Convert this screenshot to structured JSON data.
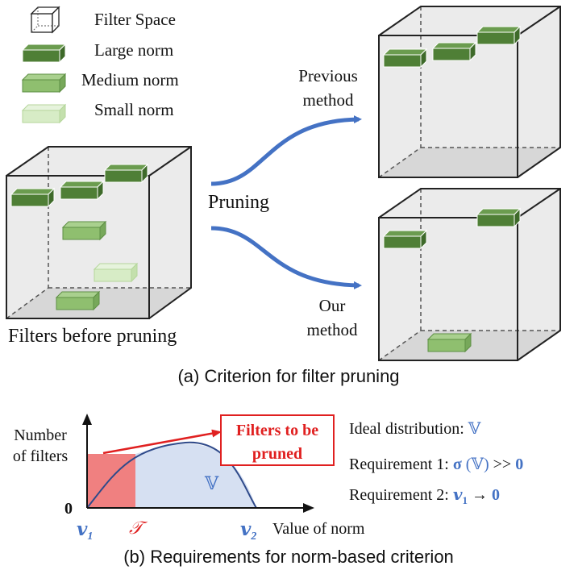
{
  "legend": {
    "filter_space": "Filter Space",
    "large": "Large norm",
    "medium": "Medium norm",
    "small": "Small norm"
  },
  "part_a": {
    "left_caption": "Filters before pruning",
    "pruning": "Pruning",
    "previous_line1": "Previous",
    "previous_line2": "method",
    "our_line1": "Our",
    "our_line2": "method",
    "caption": "(a) Criterion for filter pruning"
  },
  "part_b": {
    "ylabel_line1": "Number",
    "ylabel_line2": "of filters",
    "origin": "0",
    "v1": "𝒗",
    "v1_sub": "1",
    "T": "𝒯",
    "v2": "𝒗",
    "v2_sub": "2",
    "xlabel": "Value of norm",
    "distribution_symbol": "𝕍",
    "callout_line1": "Filters to be",
    "callout_line2": "pruned",
    "ideal": "Ideal distribution: ",
    "ideal_symbol": "𝕍",
    "req1_prefix": "Requirement 1: ",
    "req1_sigma": "σ",
    "req1_paren_open": " (",
    "req1_symbol": "𝕍",
    "req1_paren_close": ")",
    "req1_relation": " >> ",
    "req1_zero": "0",
    "req2_prefix": "Requirement 2: ",
    "req2_v": "𝒗",
    "req2_sub": "1",
    "req2_arrow": " → ",
    "req2_zero": "0",
    "caption": "(b) Requirements for norm-based criterion"
  },
  "colors": {
    "large": "#4f7f36",
    "large_top": "#6b9c4f",
    "medium": "#8fbf6f",
    "medium_top": "#a9d08e",
    "small": "#d7ecc6",
    "small_top": "#e6f3dc",
    "arrow": "#4472c4",
    "accent_blue": "#4472c4",
    "red": "#e02020",
    "pruned_fill": "#f08080",
    "dist_fill": "#d6e0f2"
  }
}
